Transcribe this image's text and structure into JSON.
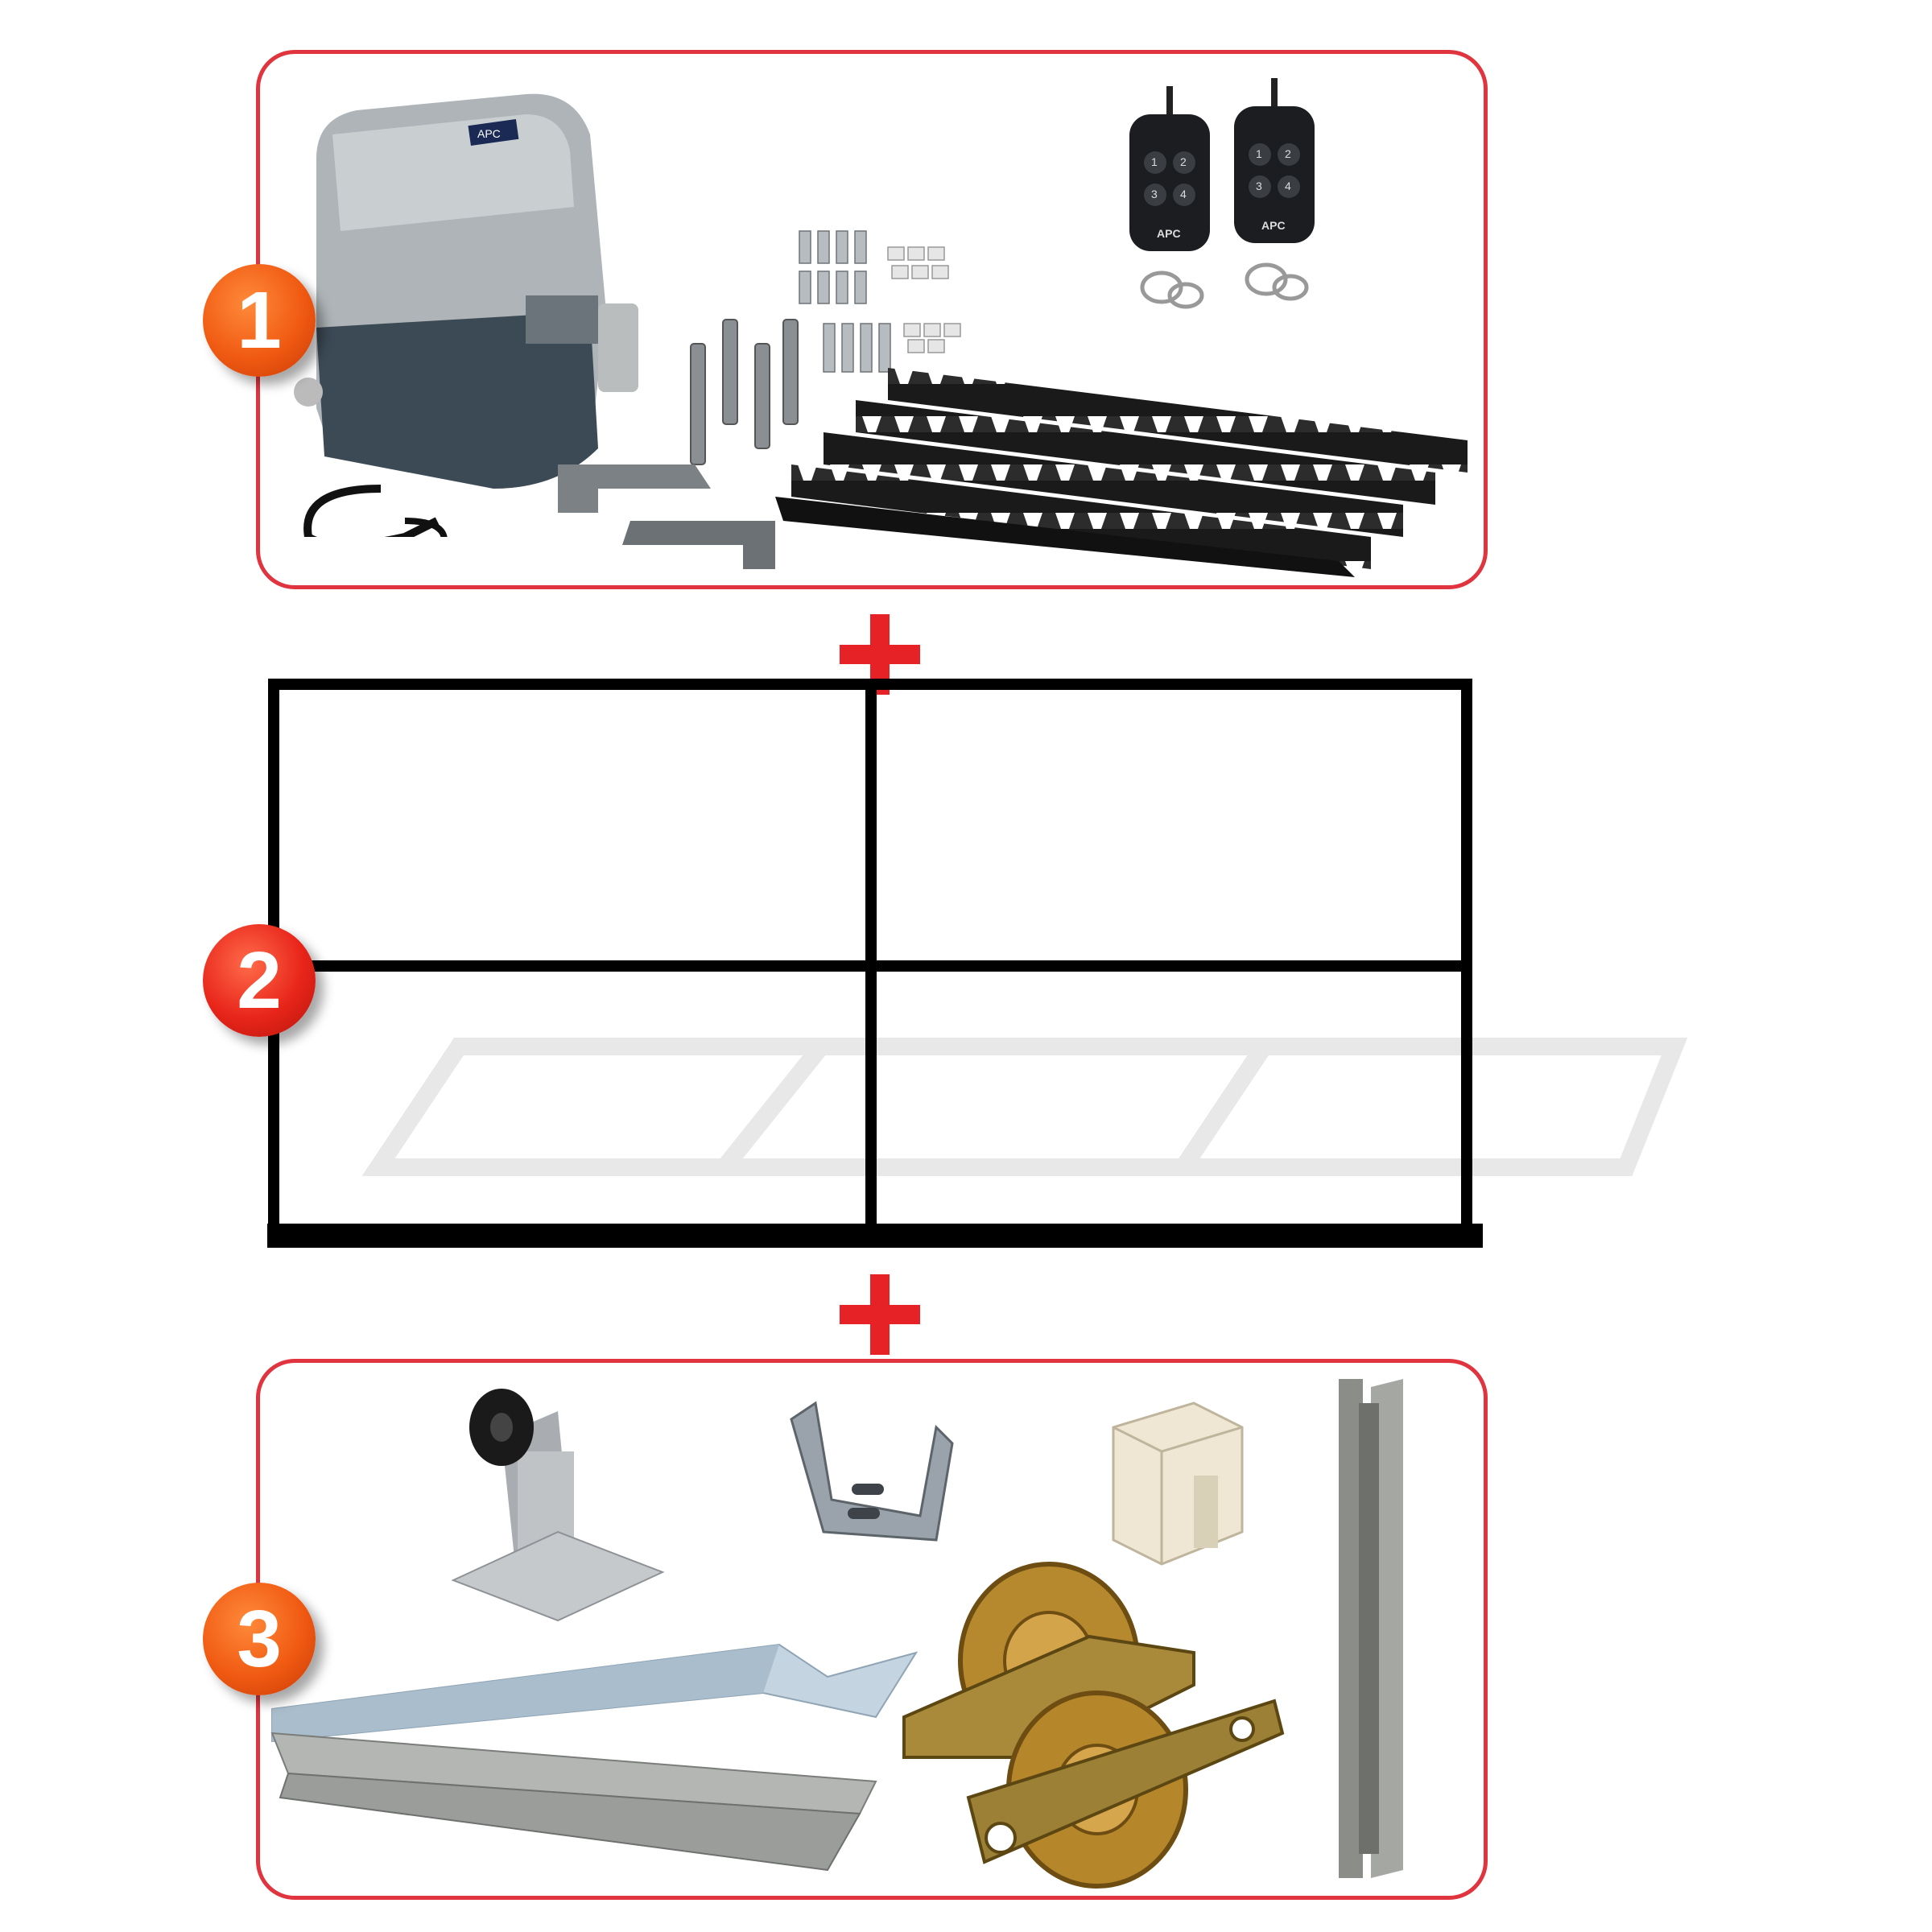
{
  "steps": {
    "one": "1",
    "two": "2",
    "three": "3"
  },
  "remotes": {
    "brand": "APC",
    "buttons": [
      "1",
      "2",
      "3",
      "4"
    ]
  },
  "motor": {
    "badge": "APC"
  },
  "colors": {
    "panel_border": "#e0343f",
    "badge_orange": "#f05a12",
    "badge_red": "#e8251a",
    "plus": "#e62226",
    "frame": "#000000"
  },
  "icons": [
    "gate-motor-icon",
    "remote-control-icon",
    "anchor-bolt-icon",
    "screw-icon",
    "spacer-icon",
    "gear-rack-icon",
    "limit-bracket-icon",
    "gate-frame-icon",
    "guide-roller-icon",
    "u-bracket-icon",
    "nylon-block-icon",
    "channel-post-icon",
    "angle-track-icon",
    "ground-track-icon",
    "wheel-carriage-icon"
  ]
}
